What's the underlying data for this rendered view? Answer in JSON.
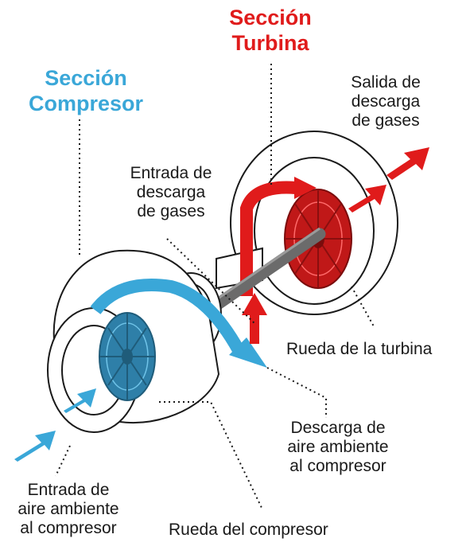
{
  "colors": {
    "compressor_accent": "#3aa7d8",
    "turbine_accent": "#e01b1b",
    "outline": "#1a1a1a",
    "shaft": "#666666",
    "compressor_wheel": "#2e7fa8",
    "turbine_wheel": "#c01818"
  },
  "titles": {
    "turbine": "Sección\nTurbina",
    "compressor": "Sección\nCompresor"
  },
  "labels": {
    "gas_outlet": "Salida de\ndescarga\nde gases",
    "gas_inlet": "Entrada de\ndescarga\nde gases",
    "turbine_wheel": "Rueda de la turbina",
    "air_discharge": "Descarga de\naire ambiente\nal compresor",
    "air_inlet": "Entrada de\naire ambiente\nal compresor",
    "compressor_wheel": "Rueda del compresor"
  },
  "icons": {
    "compressor_flow": "blue-flow-arrow-icon",
    "turbine_flow": "red-flow-arrow-icon"
  }
}
